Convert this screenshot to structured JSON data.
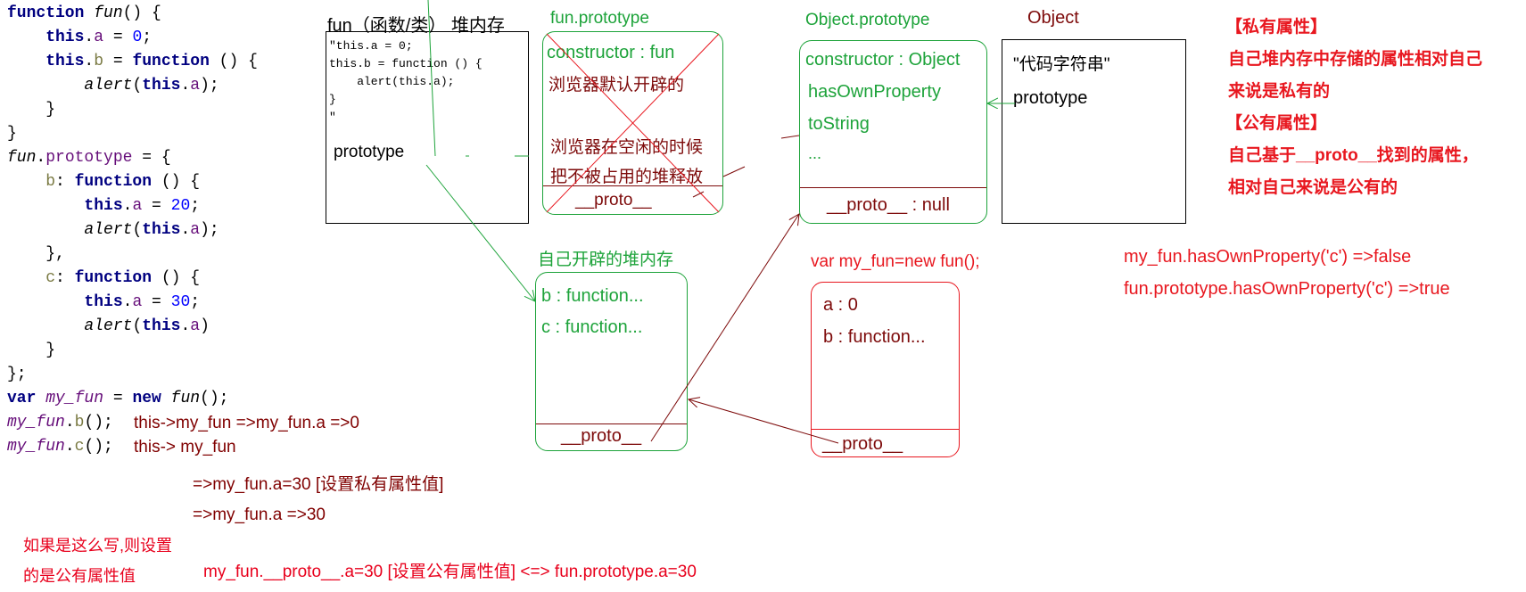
{
  "code": {
    "lines": [
      [
        {
          "t": "function ",
          "c": "kw"
        },
        {
          "t": "fun",
          "c": "it plain"
        },
        {
          "t": "() {",
          "c": "plain"
        }
      ],
      [
        {
          "t": "    this",
          "c": "kw"
        },
        {
          "t": ".",
          "c": "plain"
        },
        {
          "t": "a",
          "c": "mem"
        },
        {
          "t": " = ",
          "c": "plain"
        },
        {
          "t": "0",
          "c": "num"
        },
        {
          "t": ";",
          "c": "plain"
        }
      ],
      [
        {
          "t": "    this",
          "c": "kw"
        },
        {
          "t": ".",
          "c": "plain"
        },
        {
          "t": "b",
          "c": "prop"
        },
        {
          "t": " = ",
          "c": "plain"
        },
        {
          "t": "function",
          "c": "kw"
        },
        {
          "t": " () {",
          "c": "plain"
        }
      ],
      [
        {
          "t": "        alert",
          "c": "it plain"
        },
        {
          "t": "(",
          "c": "plain"
        },
        {
          "t": "this",
          "c": "kw"
        },
        {
          "t": ".",
          "c": "plain"
        },
        {
          "t": "a",
          "c": "mem"
        },
        {
          "t": ");",
          "c": "plain"
        }
      ],
      [
        {
          "t": "    }",
          "c": "plain"
        }
      ],
      [
        {
          "t": "}",
          "c": "plain"
        }
      ],
      [
        {
          "t": "fun",
          "c": "it plain"
        },
        {
          "t": ".",
          "c": "plain"
        },
        {
          "t": "prototype",
          "c": "mem"
        },
        {
          "t": " = {",
          "c": "plain"
        }
      ],
      [
        {
          "t": "    b",
          "c": "prop"
        },
        {
          "t": ": ",
          "c": "plain"
        },
        {
          "t": "function",
          "c": "kw"
        },
        {
          "t": " () {",
          "c": "plain"
        }
      ],
      [
        {
          "t": "        this",
          "c": "kw"
        },
        {
          "t": ".",
          "c": "plain"
        },
        {
          "t": "a",
          "c": "mem"
        },
        {
          "t": " = ",
          "c": "plain"
        },
        {
          "t": "20",
          "c": "num"
        },
        {
          "t": ";",
          "c": "plain"
        }
      ],
      [
        {
          "t": "        alert",
          "c": "it plain"
        },
        {
          "t": "(",
          "c": "plain"
        },
        {
          "t": "this",
          "c": "kw"
        },
        {
          "t": ".",
          "c": "plain"
        },
        {
          "t": "a",
          "c": "mem"
        },
        {
          "t": ");",
          "c": "plain"
        }
      ],
      [
        {
          "t": "    },",
          "c": "plain"
        }
      ],
      [
        {
          "t": "    c",
          "c": "prop"
        },
        {
          "t": ": ",
          "c": "plain"
        },
        {
          "t": "function",
          "c": "kw"
        },
        {
          "t": " () {",
          "c": "plain"
        }
      ],
      [
        {
          "t": "        this",
          "c": "kw"
        },
        {
          "t": ".",
          "c": "plain"
        },
        {
          "t": "a",
          "c": "mem"
        },
        {
          "t": " = ",
          "c": "plain"
        },
        {
          "t": "30",
          "c": "num"
        },
        {
          "t": ";",
          "c": "plain"
        }
      ],
      [
        {
          "t": "        alert",
          "c": "it plain"
        },
        {
          "t": "(",
          "c": "plain"
        },
        {
          "t": "this",
          "c": "kw"
        },
        {
          "t": ".",
          "c": "plain"
        },
        {
          "t": "a",
          "c": "mem"
        },
        {
          "t": ")",
          "c": "plain"
        }
      ],
      [
        {
          "t": "    }",
          "c": "plain"
        }
      ],
      [
        {
          "t": "};",
          "c": "plain"
        }
      ],
      [
        {
          "t": "var ",
          "c": "kw"
        },
        {
          "t": "my_fun",
          "c": "var"
        },
        {
          "t": " = ",
          "c": "plain"
        },
        {
          "t": "new ",
          "c": "kw"
        },
        {
          "t": "fun",
          "c": "it plain"
        },
        {
          "t": "();",
          "c": "plain"
        }
      ],
      [
        {
          "t": "my_fun",
          "c": "var"
        },
        {
          "t": ".",
          "c": "plain"
        },
        {
          "t": "b",
          "c": "prop"
        },
        {
          "t": "();",
          "c": "plain"
        }
      ],
      [
        {
          "t": "my_fun",
          "c": "var"
        },
        {
          "t": ".",
          "c": "plain"
        },
        {
          "t": "c",
          "c": "prop"
        },
        {
          "t": "();",
          "c": "plain"
        }
      ]
    ]
  },
  "annotations": {
    "call_b": "this->my_fun  =>my_fun.a  =>0",
    "call_c": "this-> my_fun",
    "set_private": "=>my_fun.a=30   [设置私有属性值]",
    "result_30": "=>my_fun.a  =>30",
    "note_line1": "如果是这么写,则设置",
    "note_line2": "的是公有属性值",
    "set_public": "my_fun.__proto__.a=30 [设置公有属性值]   <=> fun.prototype.a=30"
  },
  "fun_heap": {
    "title": "fun（函数/类） 堆内存",
    "code_lines": [
      "\"this.a = 0;",
      "this.b = function () {",
      "    alert(this.a);",
      "}",
      "\""
    ],
    "prototype_label": "prototype"
  },
  "fun_prototype": {
    "title": "fun.prototype",
    "constructor": "constructor : fun",
    "note1": "浏览器默认开辟的",
    "note2": "浏览器在空闲的时候",
    "note3": "把不被占用的堆释放",
    "proto": "__proto__"
  },
  "object_prototype": {
    "title": "Object.prototype",
    "items": [
      "constructor : Object",
      "hasOwnProperty",
      "toString",
      "..."
    ],
    "proto": "__proto__ : null"
  },
  "object_heap": {
    "title": "Object",
    "code": "\"代码字符串\"",
    "prototype_label": "prototype"
  },
  "own_heap": {
    "title": "自己开辟的堆内存",
    "items": [
      "b : function...",
      "c : function..."
    ],
    "proto": "__proto__"
  },
  "instance": {
    "title": "var my_fun=new fun();",
    "items": [
      "a : 0",
      "b : function..."
    ],
    "proto": "__proto__"
  },
  "legend": {
    "private_title": "【私有属性】",
    "private_desc1": "自己堆内存中存储的属性相对自己",
    "private_desc2": "来说是私有的",
    "public_title": "【公有属性】",
    "public_desc1": "自己基于__proto__找到的属性，",
    "public_desc2": "相对自己来说是公有的"
  },
  "checks": {
    "line1": "my_fun.hasOwnProperty('c') =>false",
    "line2": "fun.prototype.hasOwnProperty('c') =>true"
  },
  "colors": {
    "green": "#1da33a",
    "maroon": "#7d0a0a",
    "red": "#e8171f",
    "black": "#000000"
  }
}
